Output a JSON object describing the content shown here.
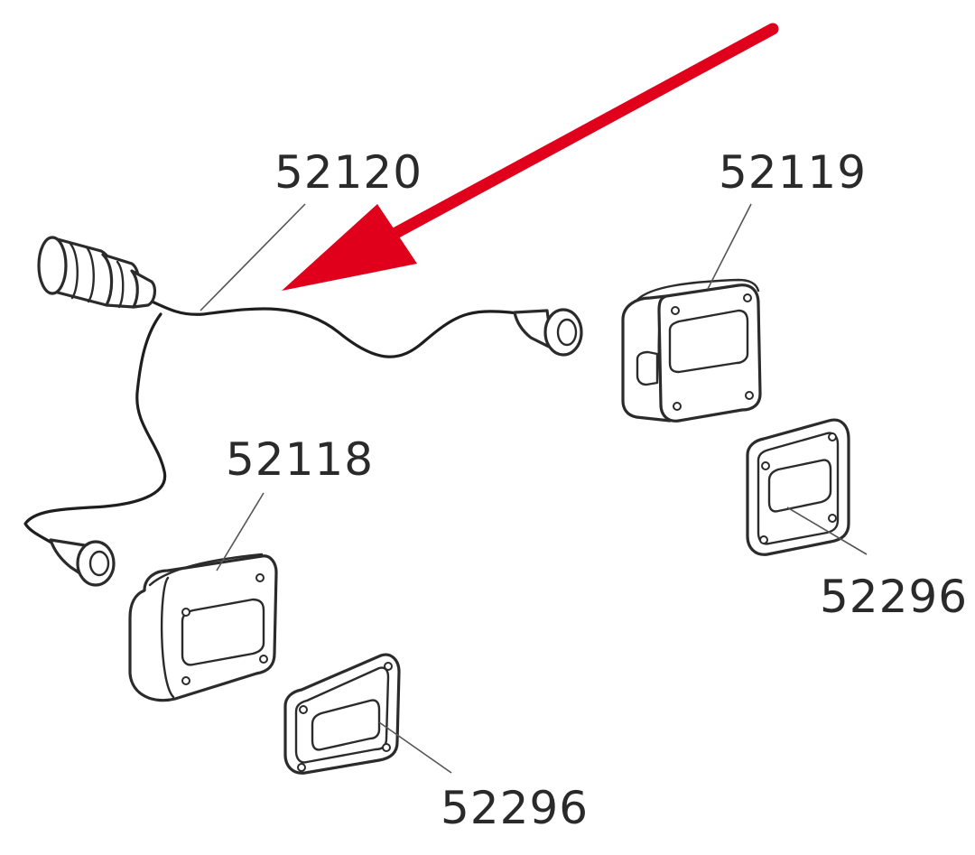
{
  "labels": {
    "harness": "52120",
    "right_lamp": "52119",
    "left_lamp": "52118",
    "right_lens": "52296",
    "left_lens": "52296"
  },
  "colors": {
    "arrow": "#e0001b",
    "line": "#2b2b2b",
    "background": "#ffffff"
  }
}
